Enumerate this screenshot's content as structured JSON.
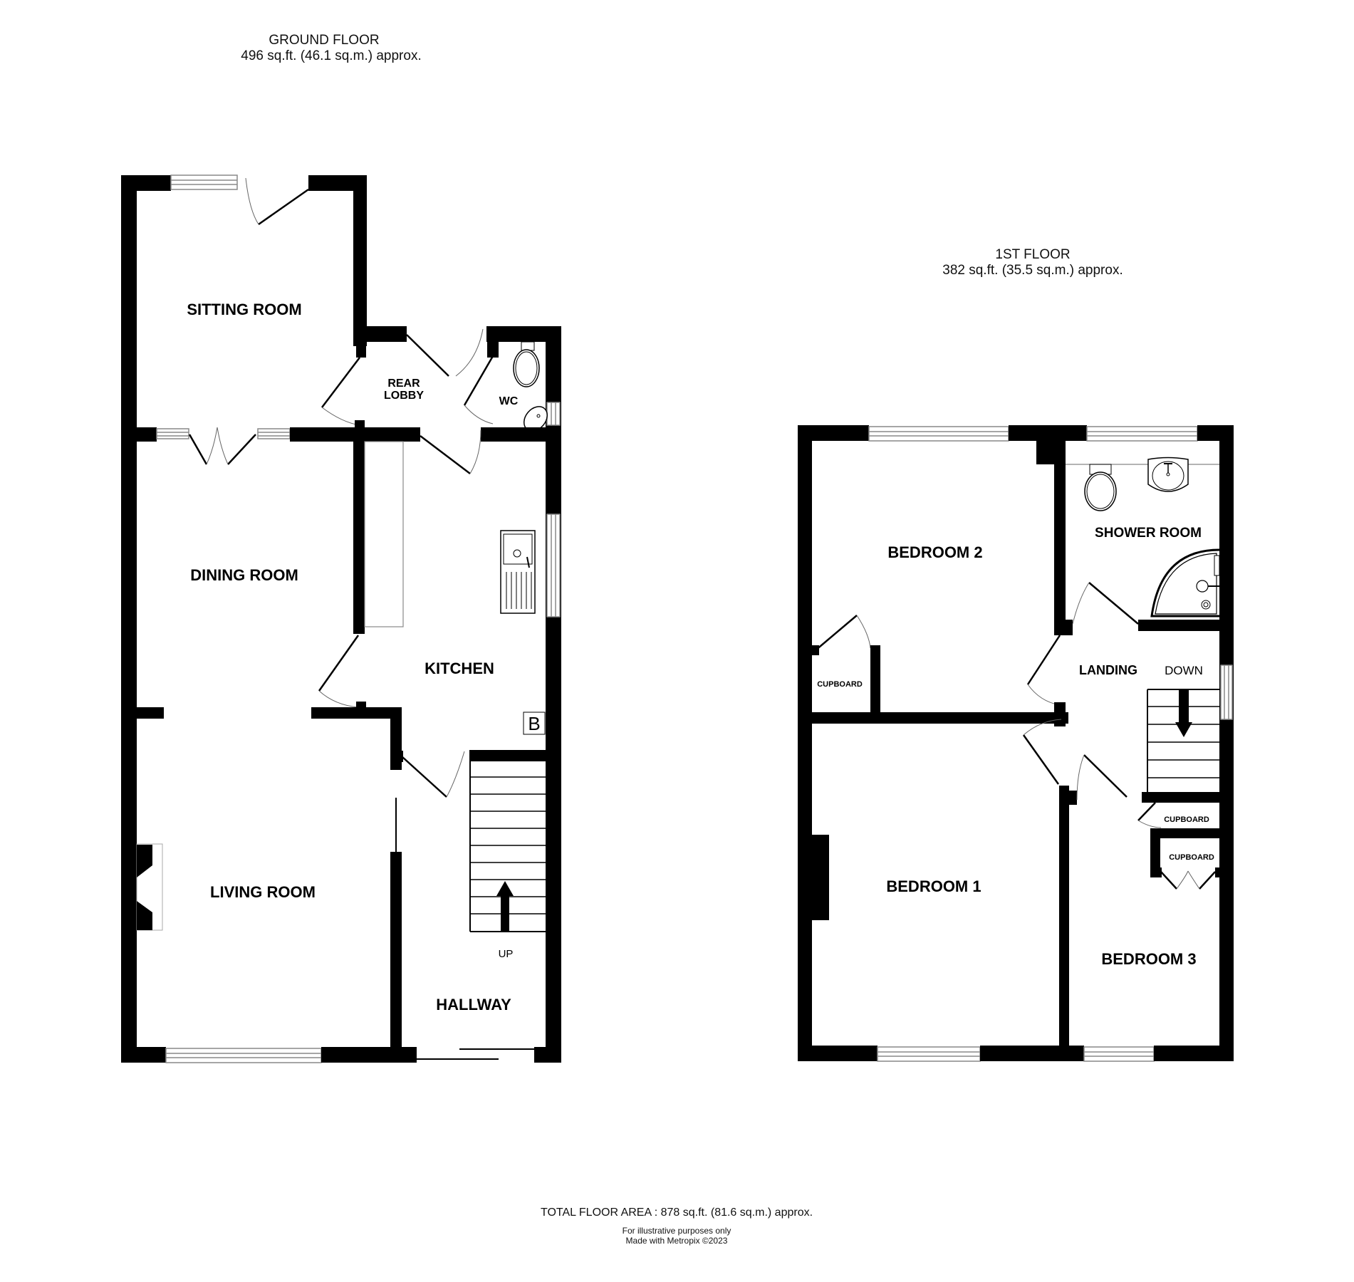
{
  "ground_floor": {
    "title": "GROUND FLOOR",
    "area": "496 sq.ft. (46.1 sq.m.) approx.",
    "rooms": {
      "sitting_room": "SITTING ROOM",
      "rear_lobby_line1": "REAR",
      "rear_lobby_line2": "LOBBY",
      "wc": "WC",
      "dining_room": "DINING ROOM",
      "kitchen": "KITCHEN",
      "living_room": "LIVING ROOM",
      "hallway": "HALLWAY"
    },
    "labels": {
      "boiler": "B",
      "stairs": "UP"
    }
  },
  "first_floor": {
    "title": "1ST FLOOR",
    "area": "382 sq.ft. (35.5 sq.m.) approx.",
    "rooms": {
      "bedroom_2": "BEDROOM 2",
      "shower_room": "SHOWER ROOM",
      "landing": "LANDING",
      "bedroom_1": "BEDROOM 1",
      "bedroom_3": "BEDROOM 3",
      "cupboard_bed2": "CUPBOARD",
      "cupboard_landing": "CUPBOARD",
      "cupboard_bed3": "CUPBOARD"
    },
    "labels": {
      "stairs": "DOWN"
    }
  },
  "footer": {
    "total_area": "TOTAL FLOOR AREA : 878 sq.ft. (81.6 sq.m.) approx.",
    "disclaimer": "For illustrative purposes only",
    "credit": "Made with Metropix ©2023"
  },
  "colors": {
    "wall": "#000000",
    "background": "#ffffff",
    "window": "#888888"
  }
}
